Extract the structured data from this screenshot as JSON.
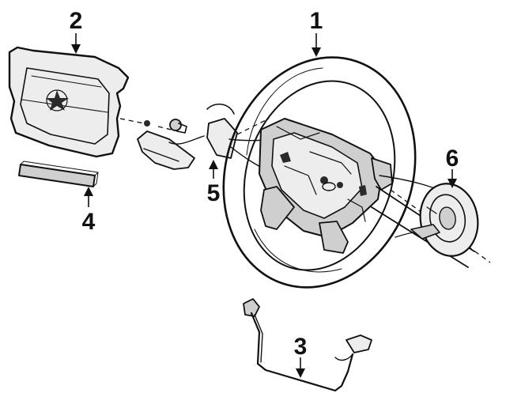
{
  "diagram": {
    "callouts": [
      {
        "id": "1",
        "text": "1"
      },
      {
        "id": "2",
        "text": "2"
      },
      {
        "id": "3",
        "text": "3"
      },
      {
        "id": "4",
        "text": "4"
      },
      {
        "id": "5",
        "text": "5"
      },
      {
        "id": "6",
        "text": "6"
      }
    ]
  },
  "colors": {
    "line": "#111111",
    "background": "#ffffff",
    "shade": "#cfcfcf"
  }
}
